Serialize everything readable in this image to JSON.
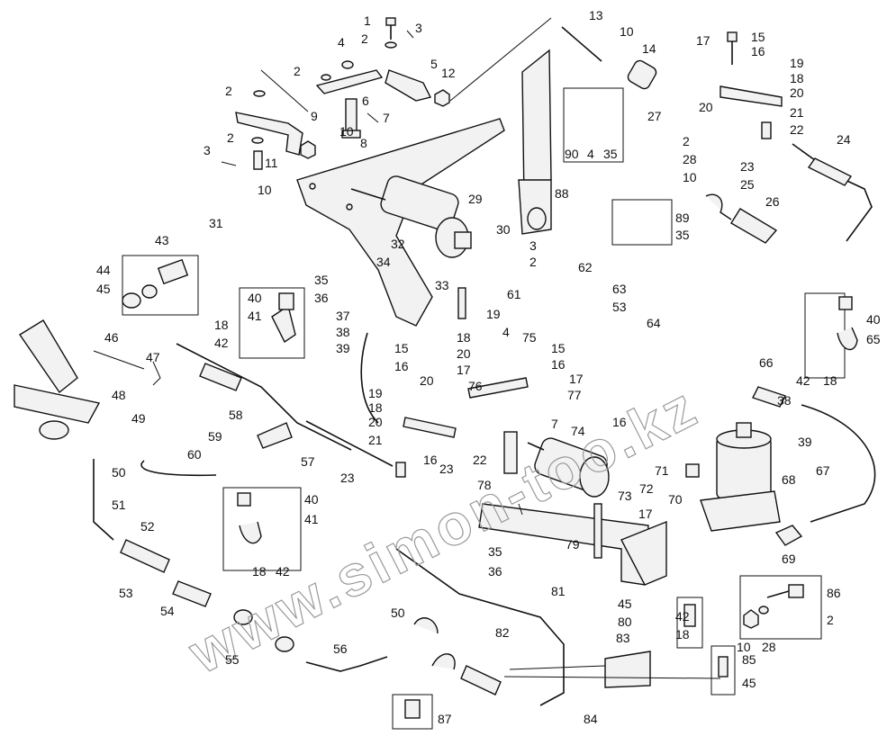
{
  "diagram": {
    "watermark": "www.simon-too.kz",
    "callouts": [
      {
        "id": "c1",
        "text": "1"
      },
      {
        "id": "c2a",
        "text": "2"
      },
      {
        "id": "c3a",
        "text": "3"
      },
      {
        "id": "c13",
        "text": "13"
      },
      {
        "id": "c10a",
        "text": "10"
      },
      {
        "id": "c14",
        "text": "14"
      },
      {
        "id": "c17a",
        "text": "17"
      },
      {
        "id": "c15a",
        "text": "15"
      },
      {
        "id": "c16a",
        "text": "16"
      },
      {
        "id": "c19a",
        "text": "19"
      },
      {
        "id": "c18a",
        "text": "18"
      },
      {
        "id": "c20a",
        "text": "20"
      },
      {
        "id": "c4a",
        "text": "4"
      },
      {
        "id": "c2b",
        "text": "2"
      },
      {
        "id": "c5",
        "text": "5"
      },
      {
        "id": "c12",
        "text": "12"
      },
      {
        "id": "c2c",
        "text": "2"
      },
      {
        "id": "c6",
        "text": "6"
      },
      {
        "id": "c7a",
        "text": "7"
      },
      {
        "id": "c9",
        "text": "9"
      },
      {
        "id": "c10b",
        "text": "10"
      },
      {
        "id": "c8",
        "text": "8"
      },
      {
        "id": "c2d",
        "text": "2"
      },
      {
        "id": "c3b",
        "text": "3"
      },
      {
        "id": "c11",
        "text": "11"
      },
      {
        "id": "c10c",
        "text": "10"
      },
      {
        "id": "c31",
        "text": "31"
      },
      {
        "id": "c29",
        "text": "29"
      },
      {
        "id": "c30",
        "text": "30"
      },
      {
        "id": "c90",
        "text": "90"
      },
      {
        "id": "c4b",
        "text": "4"
      },
      {
        "id": "c35a",
        "text": "35"
      },
      {
        "id": "c27",
        "text": "27"
      },
      {
        "id": "c2e",
        "text": "2"
      },
      {
        "id": "c28a",
        "text": "28"
      },
      {
        "id": "c10d",
        "text": "10"
      },
      {
        "id": "c88",
        "text": "88"
      },
      {
        "id": "c89",
        "text": "89"
      },
      {
        "id": "c35b",
        "text": "35"
      },
      {
        "id": "c20b",
        "text": "20"
      },
      {
        "id": "c21a",
        "text": "21"
      },
      {
        "id": "c22a",
        "text": "22"
      },
      {
        "id": "c23a",
        "text": "23"
      },
      {
        "id": "c24",
        "text": "24"
      },
      {
        "id": "c25",
        "text": "25"
      },
      {
        "id": "c26",
        "text": "26"
      },
      {
        "id": "c43",
        "text": "43"
      },
      {
        "id": "c44",
        "text": "44"
      },
      {
        "id": "c45a",
        "text": "45"
      },
      {
        "id": "c32",
        "text": "32"
      },
      {
        "id": "c34",
        "text": "34"
      },
      {
        "id": "c33",
        "text": "33"
      },
      {
        "id": "c3c",
        "text": "3"
      },
      {
        "id": "c2f",
        "text": "2"
      },
      {
        "id": "c62",
        "text": "62"
      },
      {
        "id": "c61",
        "text": "61"
      },
      {
        "id": "c63",
        "text": "63"
      },
      {
        "id": "c53a",
        "text": "53"
      },
      {
        "id": "c64",
        "text": "64"
      },
      {
        "id": "c35c",
        "text": "35"
      },
      {
        "id": "c36a",
        "text": "36"
      },
      {
        "id": "c37",
        "text": "37"
      },
      {
        "id": "c38a",
        "text": "38"
      },
      {
        "id": "c39a",
        "text": "39"
      },
      {
        "id": "c40a",
        "text": "40"
      },
      {
        "id": "c41a",
        "text": "41"
      },
      {
        "id": "c18b",
        "text": "18"
      },
      {
        "id": "c42a",
        "text": "42"
      },
      {
        "id": "c40b",
        "text": "40"
      },
      {
        "id": "c65",
        "text": "65"
      },
      {
        "id": "c42b",
        "text": "42"
      },
      {
        "id": "c18c",
        "text": "18"
      },
      {
        "id": "c46",
        "text": "46"
      },
      {
        "id": "c47",
        "text": "47"
      },
      {
        "id": "c48",
        "text": "48"
      },
      {
        "id": "c49",
        "text": "49"
      },
      {
        "id": "c15b",
        "text": "15"
      },
      {
        "id": "c16b",
        "text": "16"
      },
      {
        "id": "c20c",
        "text": "20"
      },
      {
        "id": "c17b",
        "text": "17"
      },
      {
        "id": "c19b",
        "text": "19"
      },
      {
        "id": "c18d",
        "text": "18"
      },
      {
        "id": "c4c",
        "text": "4"
      },
      {
        "id": "c20d",
        "text": "20"
      },
      {
        "id": "c75",
        "text": "75"
      },
      {
        "id": "c15c",
        "text": "15"
      },
      {
        "id": "c16c",
        "text": "16"
      },
      {
        "id": "c17c",
        "text": "17"
      },
      {
        "id": "c76",
        "text": "76"
      },
      {
        "id": "c77",
        "text": "77"
      },
      {
        "id": "c66",
        "text": "66"
      },
      {
        "id": "c38b",
        "text": "38"
      },
      {
        "id": "c39b",
        "text": "39"
      },
      {
        "id": "c58",
        "text": "58"
      },
      {
        "id": "c19c",
        "text": "19"
      },
      {
        "id": "c18e",
        "text": "18"
      },
      {
        "id": "c20e",
        "text": "20"
      },
      {
        "id": "c21b",
        "text": "21"
      },
      {
        "id": "c7b",
        "text": "7"
      },
      {
        "id": "c16d",
        "text": "16"
      },
      {
        "id": "c59",
        "text": "59"
      },
      {
        "id": "c60",
        "text": "60"
      },
      {
        "id": "c57",
        "text": "57"
      },
      {
        "id": "c16e",
        "text": "16"
      },
      {
        "id": "c23b",
        "text": "23"
      },
      {
        "id": "c22b",
        "text": "22"
      },
      {
        "id": "c74",
        "text": "74"
      },
      {
        "id": "c71",
        "text": "71"
      },
      {
        "id": "c72",
        "text": "72"
      },
      {
        "id": "c73",
        "text": "73"
      },
      {
        "id": "c70",
        "text": "70"
      },
      {
        "id": "c67",
        "text": "67"
      },
      {
        "id": "c68",
        "text": "68"
      },
      {
        "id": "c50a",
        "text": "50"
      },
      {
        "id": "c51",
        "text": "51"
      },
      {
        "id": "c23c",
        "text": "23"
      },
      {
        "id": "c78",
        "text": "78"
      },
      {
        "id": "c40c",
        "text": "40"
      },
      {
        "id": "c41b",
        "text": "41"
      },
      {
        "id": "c17d",
        "text": "17"
      },
      {
        "id": "c52",
        "text": "52"
      },
      {
        "id": "c18f",
        "text": "18"
      },
      {
        "id": "c42c",
        "text": "42"
      },
      {
        "id": "c79",
        "text": "79"
      },
      {
        "id": "c35d",
        "text": "35"
      },
      {
        "id": "c36b",
        "text": "36"
      },
      {
        "id": "c81",
        "text": "81"
      },
      {
        "id": "c69",
        "text": "69"
      },
      {
        "id": "c53b",
        "text": "53"
      },
      {
        "id": "c54",
        "text": "54"
      },
      {
        "id": "c45b",
        "text": "45"
      },
      {
        "id": "c80",
        "text": "80"
      },
      {
        "id": "c86",
        "text": "86"
      },
      {
        "id": "c42d",
        "text": "42"
      },
      {
        "id": "c18g",
        "text": "18"
      },
      {
        "id": "c2g",
        "text": "2"
      },
      {
        "id": "c10e",
        "text": "10"
      },
      {
        "id": "c28b",
        "text": "28"
      },
      {
        "id": "c50b",
        "text": "50"
      },
      {
        "id": "c82",
        "text": "82"
      },
      {
        "id": "c83",
        "text": "83"
      },
      {
        "id": "c55",
        "text": "55"
      },
      {
        "id": "c56",
        "text": "56"
      },
      {
        "id": "c85",
        "text": "85"
      },
      {
        "id": "c45c",
        "text": "45"
      },
      {
        "id": "c87",
        "text": "87"
      },
      {
        "id": "c84",
        "text": "84"
      }
    ]
  }
}
